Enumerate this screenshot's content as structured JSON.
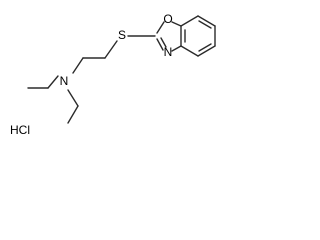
{
  "molecule": {
    "atoms": {
      "sulfur": "S",
      "oxygen": "O",
      "ring_nitrogen": "N",
      "amine_nitrogen": "N"
    },
    "counter_ion": "HCl"
  },
  "colors": {
    "bond": "#2b2b2b",
    "text": "#000000",
    "background": "#ffffff"
  }
}
